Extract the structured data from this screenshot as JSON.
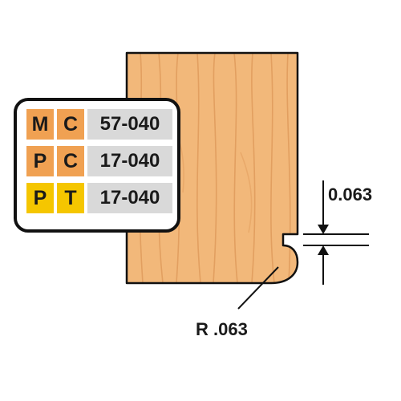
{
  "colors": {
    "wood": "#f2b87a",
    "wood_grain": "#dd9758",
    "outline": "#111111",
    "m_orange": "#f0a152",
    "p_orange": "#f0a152",
    "p_yellow": "#f5c600",
    "t_yellow": "#f5c600",
    "c_orange": "#f0a152",
    "part_gray": "#d9d9d9"
  },
  "code_table": {
    "rows": [
      {
        "letter1": "M",
        "letter2": "C",
        "part": "57-040",
        "color1": "#f0a152",
        "color2": "#f0a152"
      },
      {
        "letter1": "P",
        "letter2": "C",
        "part": "17-040",
        "color1": "#f0a152",
        "color2": "#f0a152"
      },
      {
        "letter1": "P",
        "letter2": "T",
        "part": "17-040",
        "color1": "#f5c600",
        "color2": "#f5c600"
      }
    ]
  },
  "dimensions": {
    "depth": "0.063",
    "radius": "R .063"
  }
}
